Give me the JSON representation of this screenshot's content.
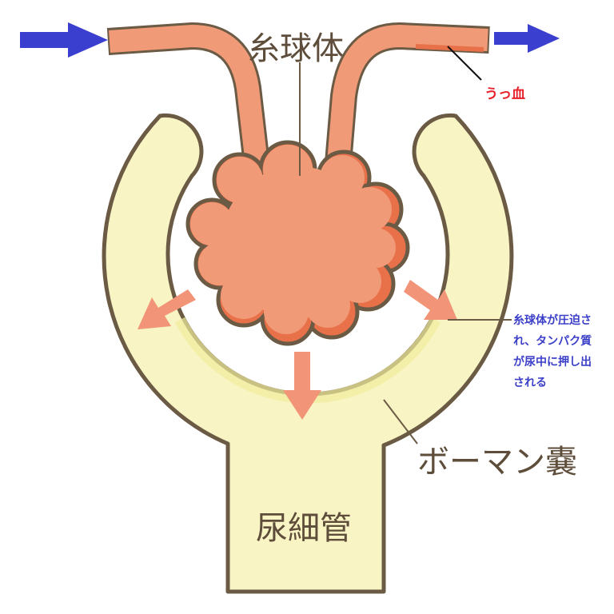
{
  "labels": {
    "glomerulus": "糸球体",
    "congestion": "うっ血",
    "note_lines": [
      "糸球体が圧迫さ",
      "れ、タンパク質",
      "が尿中に押し出",
      "される"
    ],
    "bowman_capsule": "ボーマン嚢",
    "renal_tubule": "尿細管"
  },
  "colors": {
    "capsule_fill": "#f8f4c4",
    "outline": "#6b5a44",
    "vessel": "#f09a78",
    "vessel_dark": "#e8714a",
    "flow_arrow": "#3b3fd0",
    "pressure_arrow": "#f29478"
  }
}
